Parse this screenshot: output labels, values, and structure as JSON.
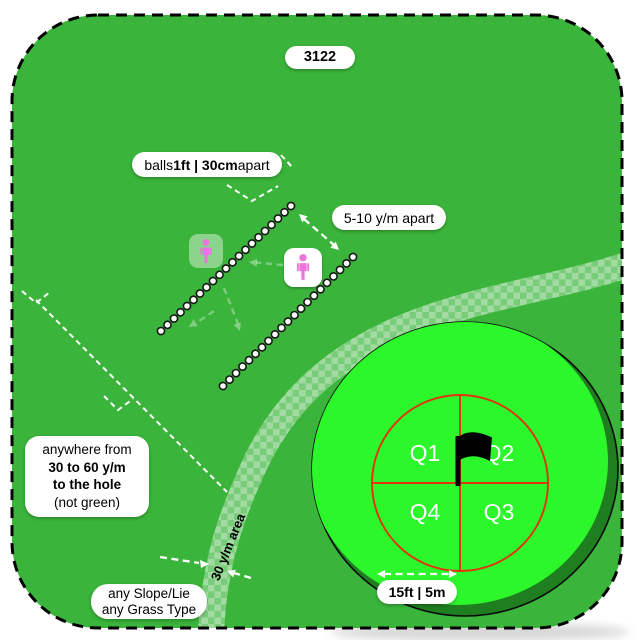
{
  "badge": "3122",
  "labels": {
    "balls_apart_prefix": "balls ",
    "balls_apart_bold": "1ft | 30cm",
    "balls_apart_suffix": " apart",
    "row_distance": "5-10 y/m apart",
    "distance_line1": "anywhere from",
    "distance_line2": "30 to 60 y/m",
    "distance_line3": "to the hole",
    "distance_line4": "(not green)",
    "band_area": "30 y/m area",
    "conditions_line1": "any Slope/Lie",
    "conditions_line2": "any Grass Type",
    "green_radius": "15ft | 5m"
  },
  "green": {
    "quadrants": [
      {
        "label": "Q1"
      },
      {
        "label": "Q2"
      },
      {
        "label": "Q3"
      },
      {
        "label": "Q4"
      }
    ]
  },
  "drill": {
    "ball_rows": 2,
    "balls_per_row": 21
  },
  "icons": {
    "flag": "golf-flag-icon",
    "players": [
      "player-icon",
      "player-icon"
    ]
  },
  "colors": {
    "field_green": "#3ab43a",
    "putting_green_bright": "#2bf72b",
    "putting_green_shadow": "#1f7e1f",
    "quadrant_lines_red": "#e2330f",
    "player_pink": "#ec74dc",
    "border_dashed": "#000000",
    "label_background": "#ffffff"
  }
}
